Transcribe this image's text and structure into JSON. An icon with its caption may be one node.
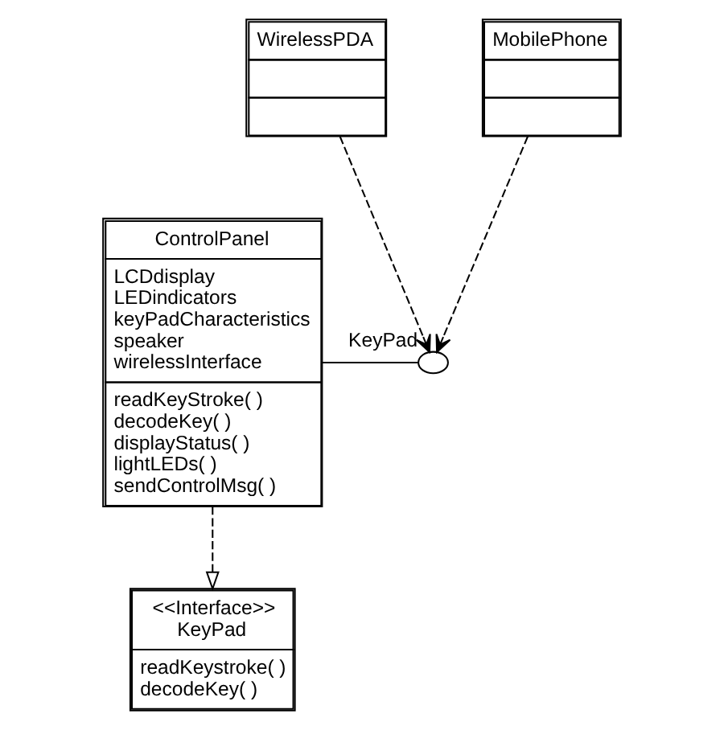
{
  "diagram": {
    "nodes": [
      {
        "text": [
          "WirelessPDA"
        ]
      },
      {
        "text": [
          "MobilePhone"
        ]
      },
      {
        "text": [
          "ControlPanel",
          "LCDdisplay",
          "LEDindicators",
          "keyPadCharacteristics",
          "speaker",
          "wirelessInterface",
          "readKeyStroke( )",
          "decodeKey( )",
          "displayStatus( )",
          "lightLEDs( )",
          "sendControlMsg( )"
        ]
      },
      {
        "text": [],
        "shape": "circle",
        "beside": [
          "KeyPad"
        ]
      },
      {
        "text": [
          "<<Interface>>",
          "KeyPad",
          "readKeystroke( )",
          "decodeKey( )"
        ]
      }
    ],
    "edges": [
      {
        "from": 0,
        "to": 3,
        "arrow": "to",
        "style": "dashed"
      },
      {
        "from": 1,
        "to": 3,
        "arrow": "to",
        "style": "dashed"
      },
      {
        "from": 2,
        "to": 3,
        "arrow": "none"
      },
      {
        "from": 2,
        "to": 4,
        "arrow": "to",
        "style": "dashed"
      }
    ]
  }
}
